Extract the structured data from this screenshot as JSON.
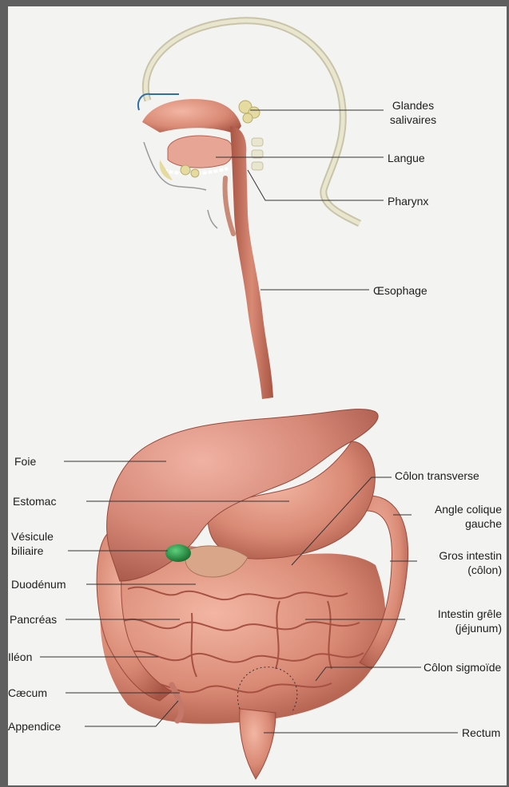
{
  "labels": {
    "glandes_salivaires": [
      "Glandes",
      "salivaires"
    ],
    "langue": "Langue",
    "pharynx": "Pharynx",
    "oesophage": "Œsophage",
    "colon_transverse": "Côlon transverse",
    "angle_colique_gauche": [
      "Angle colique",
      "gauche"
    ],
    "gros_intestin": [
      "Gros intestin",
      "(côlon)"
    ],
    "intestin_grele": [
      "Intestin grêle",
      "(jéjunum)"
    ],
    "colon_sigmoide": "Côlon sigmoïde",
    "rectum": "Rectum",
    "foie": "Foie",
    "estomac": "Estomac",
    "vesicule_biliaire": [
      "Vésicule",
      "biliaire"
    ],
    "duodenum": "Duodénum",
    "pancreas": "Pancréas",
    "ileon": "Iléon",
    "caecum": "Cæcum",
    "appendice": "Appendice"
  },
  "colors": {
    "organ": "#d98a75",
    "organ_dark": "#b8604f",
    "liver": "#d68877",
    "gallbladder": "#1f8a3a",
    "gland": "#e5dba0",
    "skull": "#e9e6cf"
  }
}
